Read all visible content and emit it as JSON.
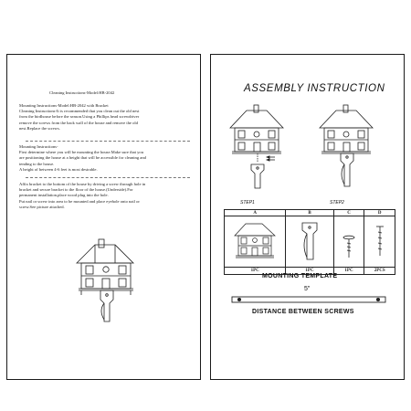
{
  "left_page": {
    "title": "Cleaning Instructions-Model:HB-2042",
    "cleaning": [
      "Mounting Instructions-Model:HB-2042 with Bracket",
      "Cleaning Instructions-It is recommended that you clean out the old nest",
      "from the birdhouse before the season.Using a Phillips head screwdriver",
      "remove the screws from the back wall of the house and remove the old",
      "nest.Replace the screws."
    ],
    "mounting": [
      "Mounting Instructions-",
      "First determine where you will be mounting the house.Make sure that you",
      "are positioning the house at a height that will be accessible for cleaning and",
      "tending to the house.",
      "A height of between 4-6 feet is most desirable."
    ],
    "affix": [
      "Affix bracket to the bottom of the house by driving a screw through hole in",
      "bracket and secure bracket to the floor of the house.(Underside).For",
      "permanent installation,place wood plug into the hole.",
      "Put nail or screw into area to be mounted and place eyehole onto nail or",
      "screw.See picture attached."
    ]
  },
  "right_page": {
    "title": "ASSEMBLY  INSTRUCTION",
    "step1": "STEP1",
    "step2": "STEP2",
    "parts": [
      {
        "letter": "A",
        "qty": "1PC"
      },
      {
        "letter": "B",
        "qty": "1PC"
      },
      {
        "letter": "C",
        "qty": "1PC"
      },
      {
        "letter": "D",
        "qty": "2PCS"
      }
    ],
    "template_label": "MOUNTING TEMPLATE",
    "distance_value": "5\"",
    "distance_label": "DISTANCE BETWEEN SCREWS"
  }
}
